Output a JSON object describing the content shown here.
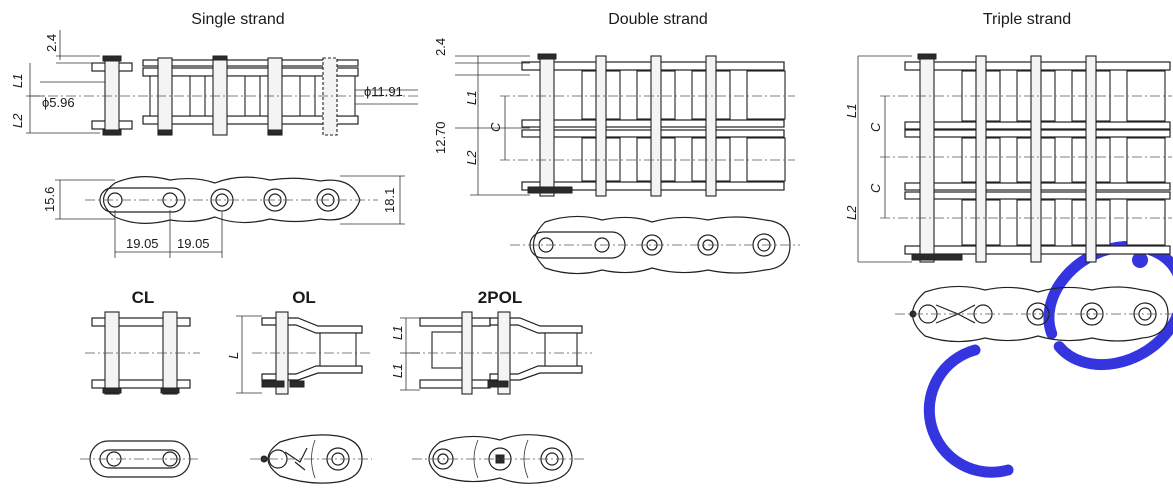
{
  "titles": {
    "single": "Single strand",
    "double": "Double strand",
    "triple": "Triple strand",
    "cl": "CL",
    "ol": "OL",
    "pol": "2POL"
  },
  "dims": {
    "plate_thickness_single": "2.4",
    "plate_thickness_double": "2.4",
    "pin_dia": "ϕ5.96",
    "roller_dia": "ϕ11.91",
    "inner_width": "12.70",
    "plate_height_inner": "15.6",
    "plate_height_outer": "18.1",
    "pitch_a": "19.05",
    "pitch_b": "19.05"
  },
  "labels": {
    "L": "L",
    "L1": "L1",
    "L2": "L2",
    "C": "C"
  },
  "watermark": "CO."
}
